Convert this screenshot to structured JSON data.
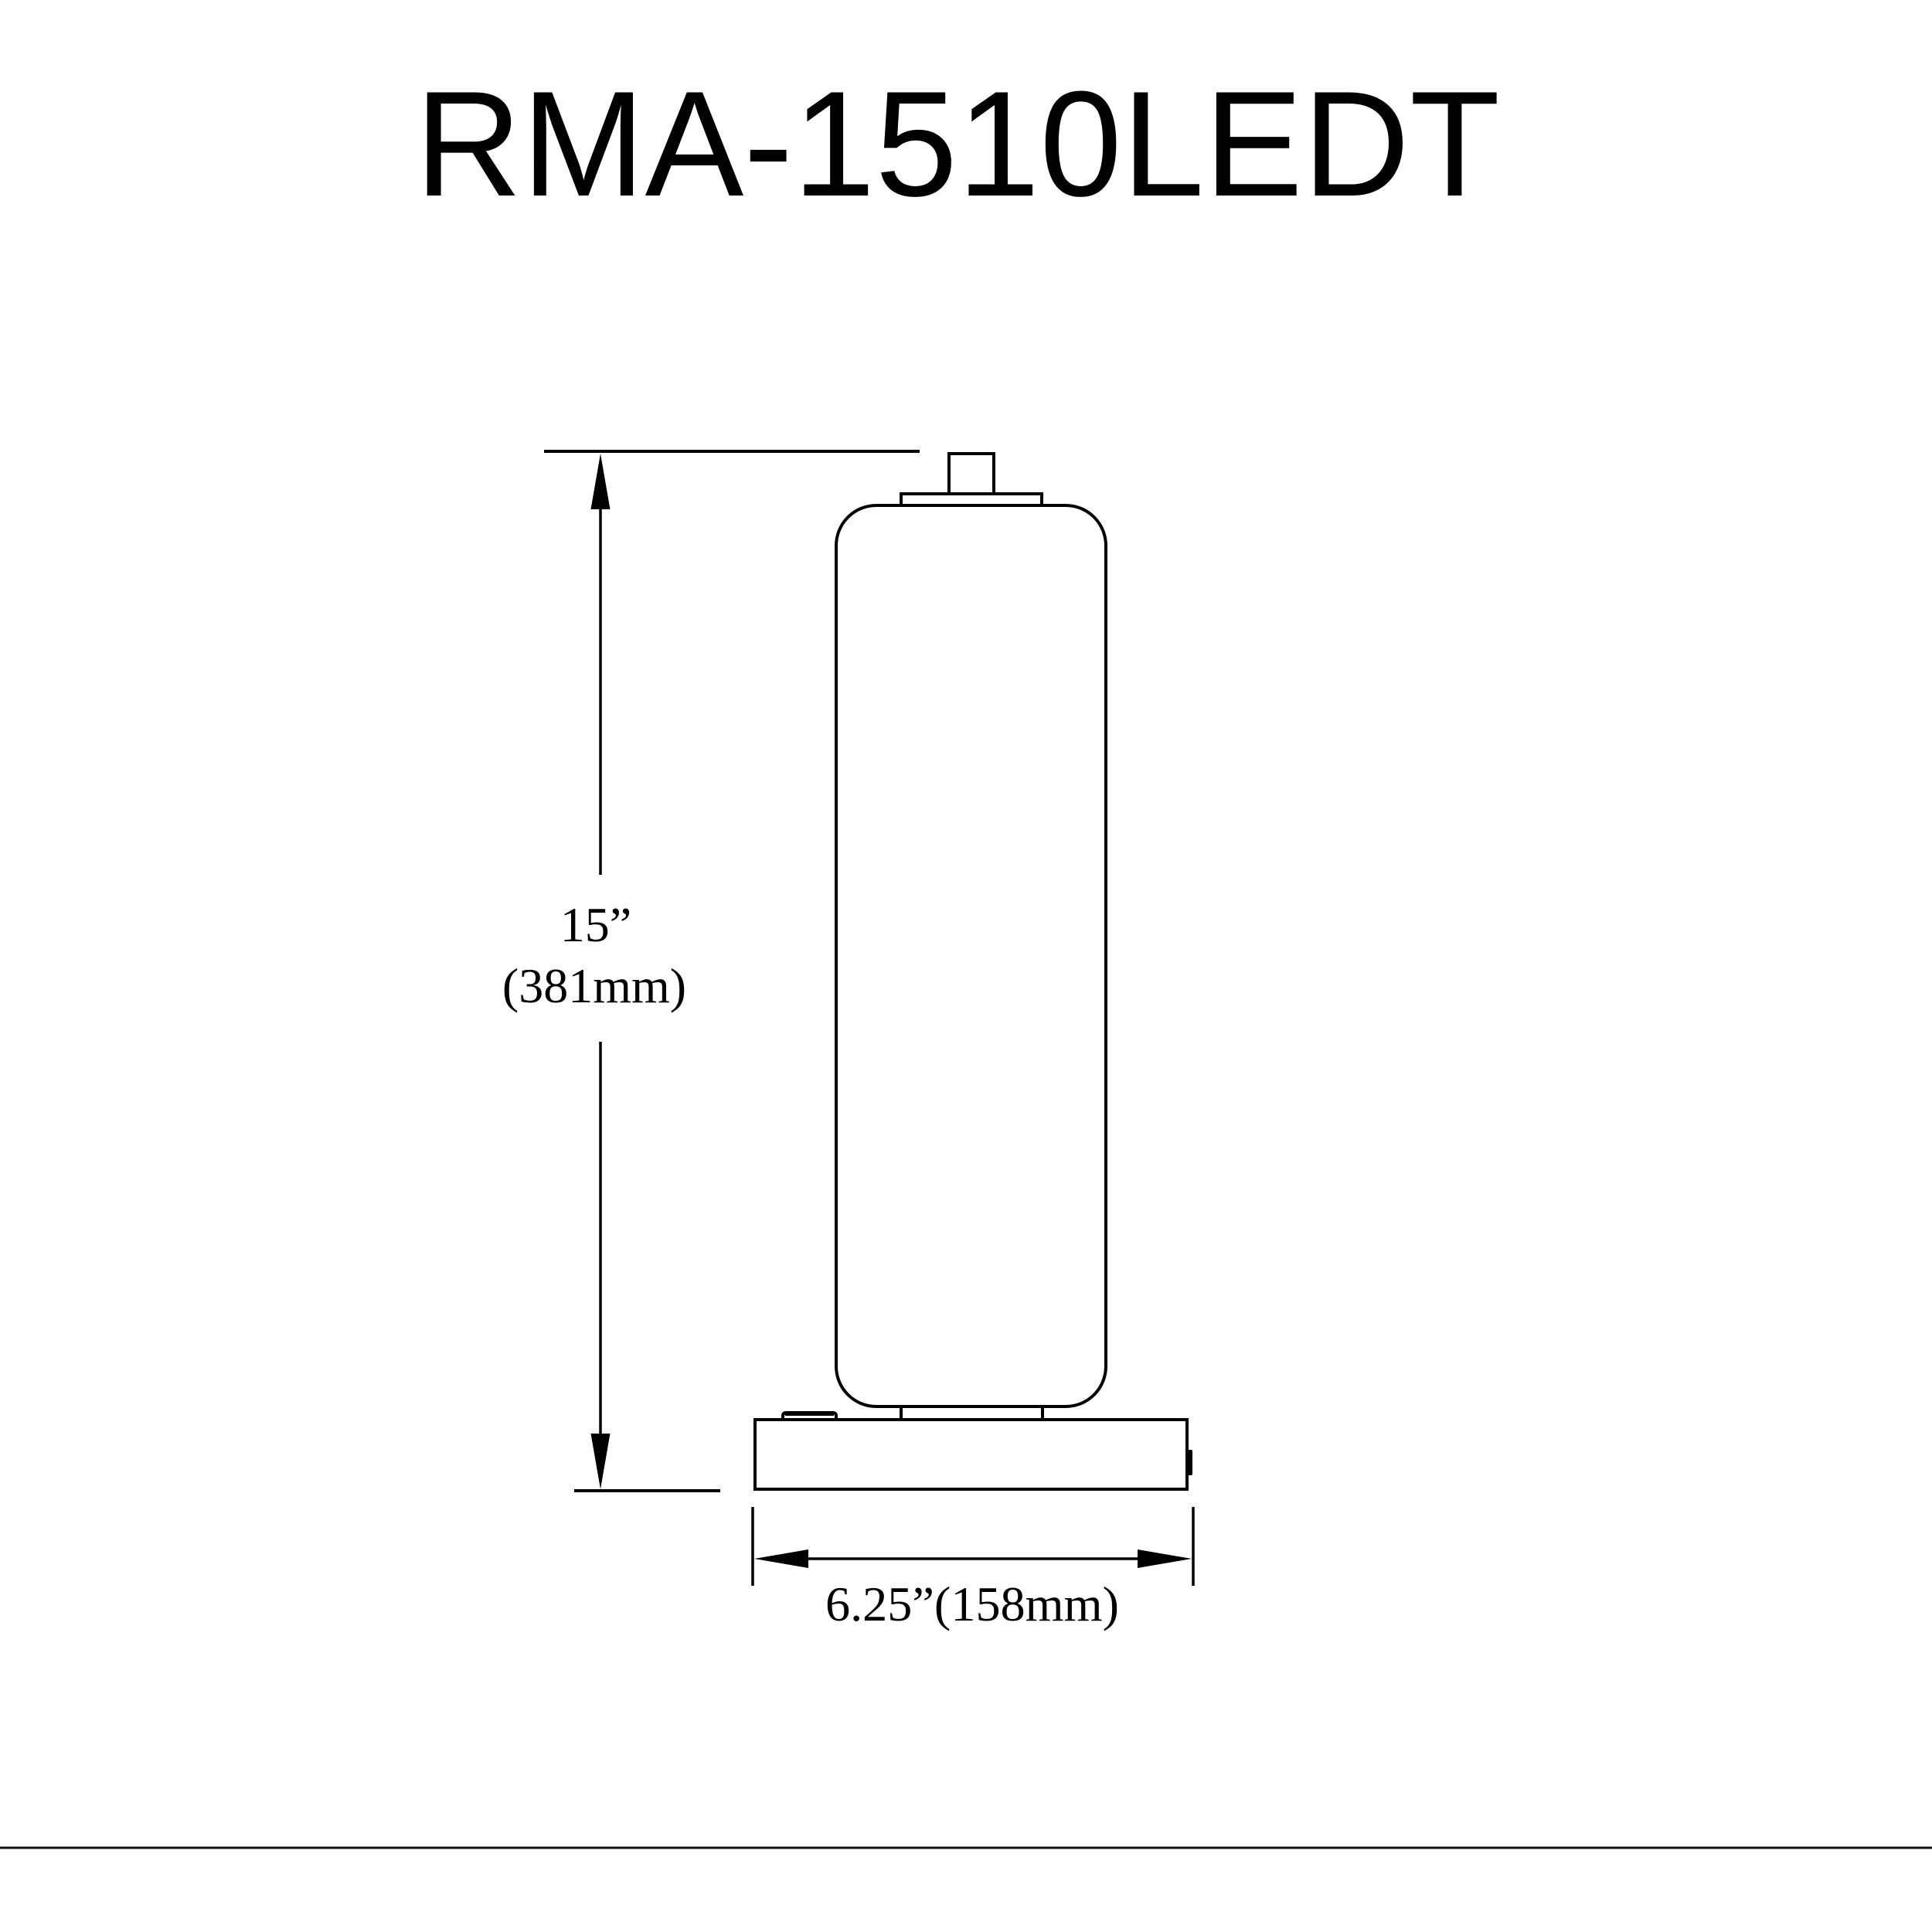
{
  "title": "RMA-1510LEDT",
  "drawing": {
    "subject": "table lamp side elevation",
    "parts": [
      "top-cap",
      "top-collar",
      "glass-shade",
      "bottom-neck",
      "base",
      "base-button",
      "side-switch"
    ]
  },
  "dimensions": {
    "height": {
      "imperial": "15”",
      "metric": "(381mm)"
    },
    "width": {
      "label": "6.25”(158mm)"
    }
  },
  "colors": {
    "line": "#000000",
    "background": "#ffffff"
  }
}
